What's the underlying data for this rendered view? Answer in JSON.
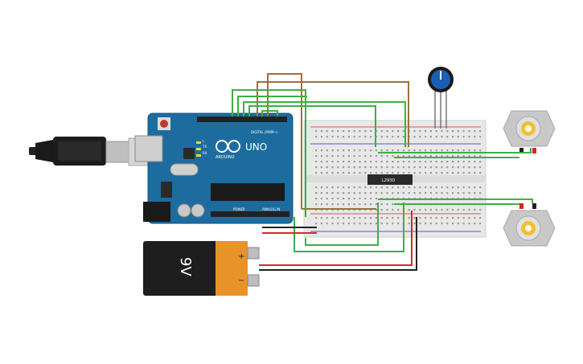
{
  "arduino": {
    "brand_text": "UNO",
    "logo_text": "ARDUINO",
    "digital_label": "DIGITAL (PWM~)",
    "power_label": "POWER",
    "analog_label": "ANALOG IN",
    "tx_label": "TX",
    "rx_label": "RX",
    "l_label": "L"
  },
  "breadboard": {
    "chip_label": "L293D"
  },
  "battery": {
    "voltage_label": "9V",
    "plus_label": "+",
    "minus_label": "−"
  },
  "colors": {
    "wire_green": "#3cb043",
    "wire_brown": "#a0703c",
    "wire_red": "#d42a2a",
    "wire_black": "#222222",
    "arduino_blue": "#1d6c9f",
    "battery_orange": "#e8932a"
  },
  "icons": [
    "usb-cable-icon",
    "potentiometer-icon",
    "dc-motor-icon",
    "battery-icon"
  ]
}
